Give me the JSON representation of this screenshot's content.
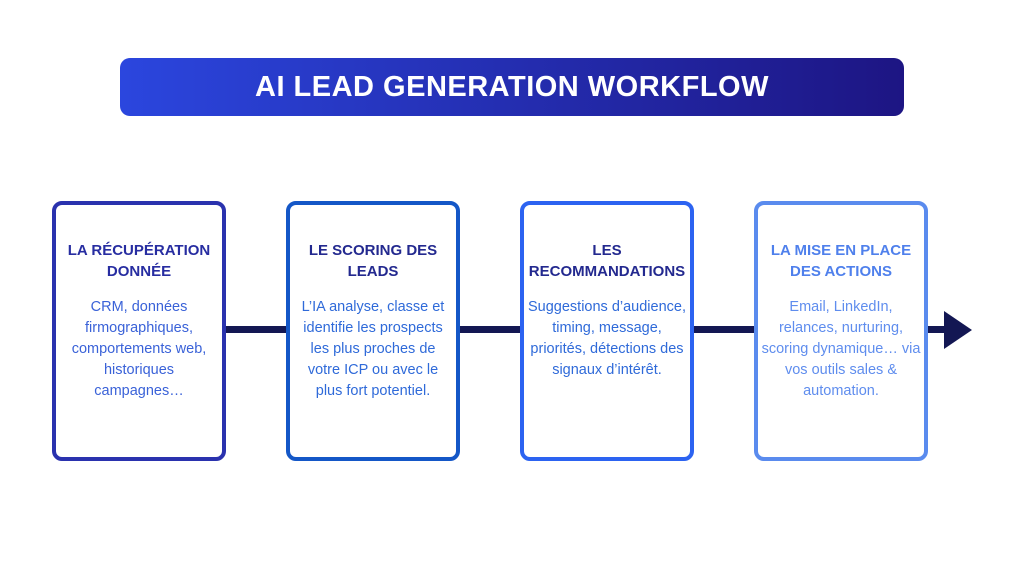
{
  "banner": {
    "title": "AI LEAD GENERATION WORKFLOW",
    "gradient_start": "#2b46de",
    "gradient_end": "#1d1583",
    "text_color": "#ffffff"
  },
  "arrow": {
    "color": "#131753"
  },
  "steps": [
    {
      "title": "LA RÉCUPÉRATION DONNÉE",
      "body": "CRM, données firmographiques, comportements web, historiques campagnes…",
      "border_color": "#2a32ae",
      "title_color": "#272da1",
      "body_color": "#3a62d8"
    },
    {
      "title": "LE SCORING DES LEADS",
      "body": "L’IA analyse, classe et identifie les prospects les plus proches de votre ICP ou avec le plus fort potentiel.",
      "border_color": "#1457c7",
      "title_color": "#23298f",
      "body_color": "#2f6ad9"
    },
    {
      "title": "LES RECOMMANDATIONS",
      "body": "Suggestions d’audience, timing, message, priorités, détections des signaux d’intérêt.",
      "border_color": "#2c63f1",
      "title_color": "#23298f",
      "body_color": "#2f6ad9"
    },
    {
      "title": "LA MISE EN PLACE DES ACTIONS",
      "body": "Email, LinkedIn, relances, nurturing, scoring dynamique… via vos outils sales & automation.",
      "border_color": "#5a8bee",
      "title_color": "#4f80ec",
      "body_color": "#5f8dee"
    }
  ]
}
